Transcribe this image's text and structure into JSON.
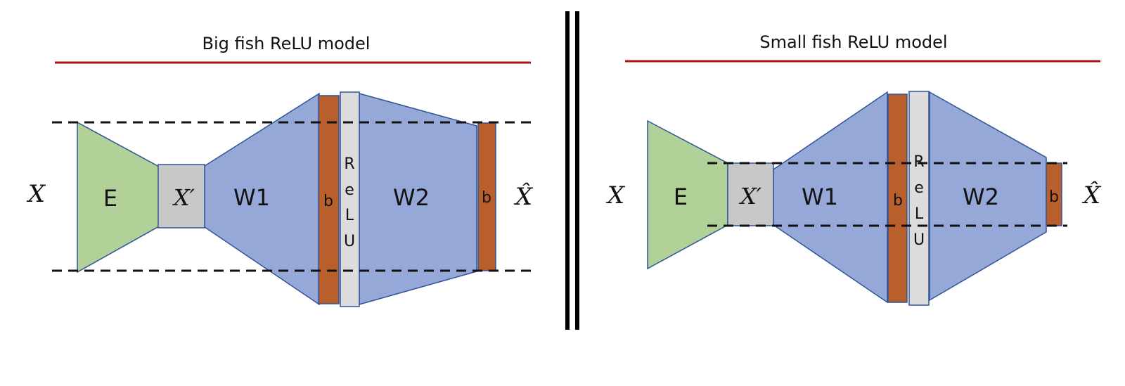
{
  "colors": {
    "encoder": "#b1d199",
    "encoder_stroke": "#2f5597",
    "latent": "#c8c8c8",
    "weights": "#95a8d8",
    "bias": "#b85f2b",
    "relu": "#dcdcdc",
    "title_rule": "#b01515",
    "dash": "#111111",
    "divider": "#000000"
  },
  "panels": [
    {
      "title": "Big fish ReLU model",
      "input_label": "X",
      "encoder_label": "E",
      "latent_label": "X′",
      "w1_label": "W1",
      "bias1_label": "b",
      "relu_letters": [
        "R",
        "e",
        "L",
        "U"
      ],
      "w2_label": "W2",
      "bias2_label": "b",
      "output_label": "X̂"
    },
    {
      "title": "Small fish ReLU model",
      "input_label": "X",
      "encoder_label": "E",
      "latent_label": "X′",
      "w1_label": "W1",
      "bias1_label": "b",
      "relu_letters": [
        "R",
        "e",
        "L",
        "U"
      ],
      "w2_label": "W2",
      "bias2_label": "b",
      "output_label": "X̂"
    }
  ]
}
